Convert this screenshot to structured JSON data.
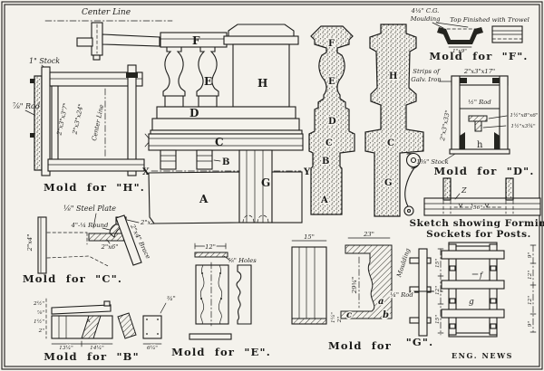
{
  "doc": {
    "credit": "ENG. NEWS",
    "paper": "#f4f2ec",
    "ink": "#1d1d1b"
  },
  "center_detail": {
    "title": "Center Line"
  },
  "mold_h": {
    "caption": "Mold for \"H\".",
    "stock": "1\" Stock",
    "rod": "⅞\" Rod",
    "dim_a": "2\"x3\"x3'7\"",
    "dim_b": "2\"x3\"x24\"",
    "center_line": "Center Line"
  },
  "mold_c": {
    "caption": "Mold for \"C\".",
    "plate": "⅛\" Steel Plate",
    "round": "4\"-¼ Round",
    "dim_2x2": "2\"x2\"",
    "dim_2x4": "2\"x4\"",
    "dim_2x6": "2\"x6\"",
    "brace": "2\"x4\" Brace"
  },
  "mold_b": {
    "caption": "Mold for \"B\"",
    "dims_left": [
      "2½\"",
      "⅞\"",
      "1½\"",
      "2\""
    ],
    "dim_1": "13¼\"",
    "dim_2": "14¼\"",
    "dim_3": "¾\"",
    "dim_4": "6¼\"",
    "mark": "x"
  },
  "elevation": {
    "f": "F",
    "e": "E",
    "h": "H",
    "d": "D",
    "c": "C",
    "b": "B",
    "a": "A",
    "g": "G",
    "x": "X",
    "y": "Y"
  },
  "baluster_section": {
    "f": "F",
    "e": "E",
    "d": "D",
    "c": "C",
    "b": "B",
    "a": "A"
  },
  "post_section": {
    "h": "H",
    "c": "C",
    "g": "G"
  },
  "mold_f": {
    "caption": "Mold for \"F\".",
    "moulding_1": "4¼\" C.G.",
    "moulding_2": "Moulding",
    "trowel": "Top Finished with Trowel",
    "dim": "1\"x9\""
  },
  "mold_d": {
    "caption": "Mold for \"D\".",
    "strips_1": "Strips of",
    "strips_2": "Galv. Iron",
    "dim_top": "2\"x3\"x17\"",
    "rod": "½\" Rod",
    "dim_side": "2\"x3\"x33\"",
    "dim_r1": "1½\"x8\"x6\"",
    "dim_r2": "1½\"x3¾\"",
    "cavity": "h",
    "stock": "1⅜\" Stock"
  },
  "sockets": {
    "caption_1": "Sketch showing Forming",
    "caption_2": "Sockets for Posts.",
    "dim": "56\"",
    "mark": "Z"
  },
  "mold_e": {
    "caption": "Mold for \"E\".",
    "dim_width": "12\"",
    "holes": "⅞\" Holes"
  },
  "mold_g": {
    "caption_1": "Mold for",
    "caption_2": "\"G\".",
    "dim_left": "15\"",
    "dim_top": "23\"",
    "dim_height": "29¾\"",
    "dim_foot1": "1¼\"",
    "dim_foot2": "2\"",
    "part_a": "a",
    "part_b": "b",
    "part_c": "c",
    "moulding": "Moulding",
    "rod": "¼\" Rod",
    "strip_dims": [
      "15\"",
      "12\"",
      "15\""
    ]
  },
  "plan": {
    "part_f": "f",
    "part_g": "g",
    "dims": [
      "9\"",
      "12\"",
      "12\"",
      "9\""
    ]
  }
}
